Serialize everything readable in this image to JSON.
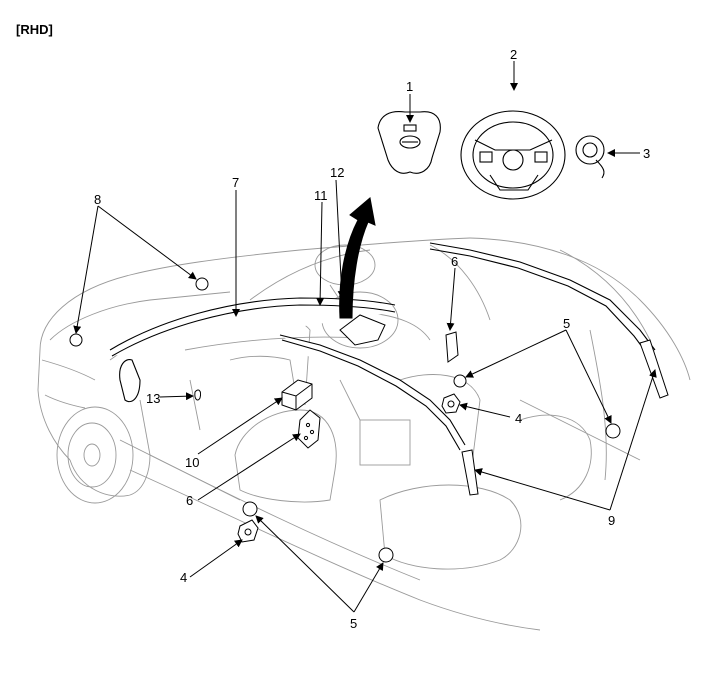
{
  "header": {
    "tag": "[RHD]"
  },
  "callouts": {
    "n1": "1",
    "n2": "2",
    "n3": "3",
    "n4a": "4",
    "n4b": "4",
    "n5a": "5",
    "n5b": "5",
    "n6a": "6",
    "n6b": "6",
    "n7": "7",
    "n8": "8",
    "n9": "9",
    "n10": "10",
    "n11": "11",
    "n12": "12",
    "n13": "13"
  },
  "colors": {
    "line": "#000000",
    "faint": "#9a9a9a",
    "fill": "#ffffff"
  }
}
